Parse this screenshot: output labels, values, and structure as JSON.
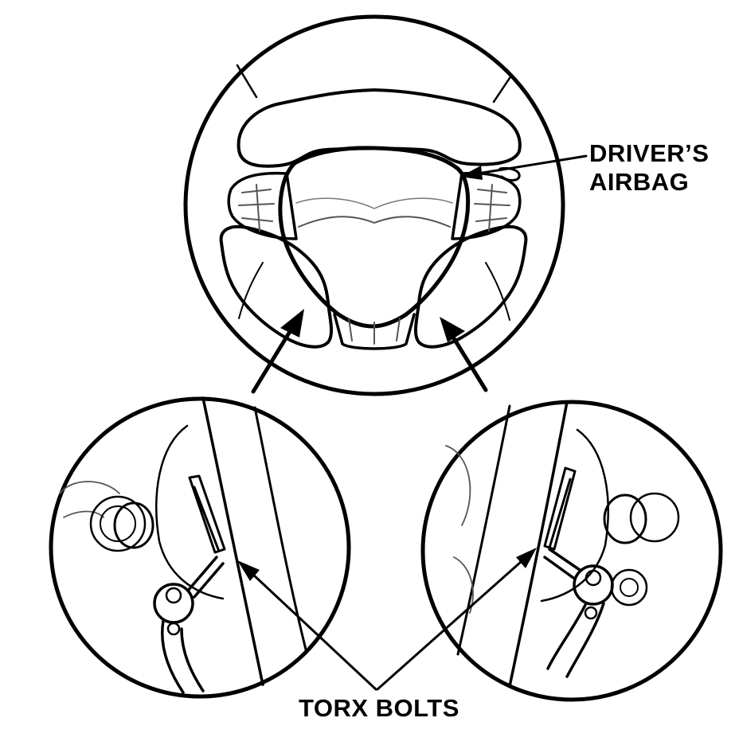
{
  "labels": {
    "drivers_airbag_line1": "DRIVER’S",
    "drivers_airbag_line2": "AIRBAG",
    "torx_bolts": "TORX BOLTS"
  },
  "colors": {
    "ink": "#000000",
    "background": "#ffffff",
    "detail": "#555555"
  }
}
